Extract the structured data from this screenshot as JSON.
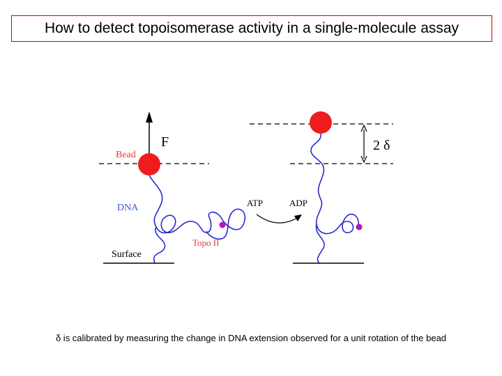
{
  "title": "How to detect topoisomerase activity in a single-molecule assay",
  "labels": {
    "force": "F",
    "bead": "Bead",
    "dna": "DNA",
    "surface": "Surface",
    "topo": "Topo II",
    "atp": "ATP",
    "adp": "ADP",
    "delta": "2 δ"
  },
  "caption": "δ is calibrated by measuring the change in DNA extension observed  for a unit rotation of the bead",
  "colors": {
    "bead": "#ee1c1c",
    "bead_label": "#e83a3a",
    "dna_label": "#3a5bd6",
    "topo": "#b01cb0",
    "title_border": "#cc0000",
    "dna_strand": "#2a2ad0"
  }
}
